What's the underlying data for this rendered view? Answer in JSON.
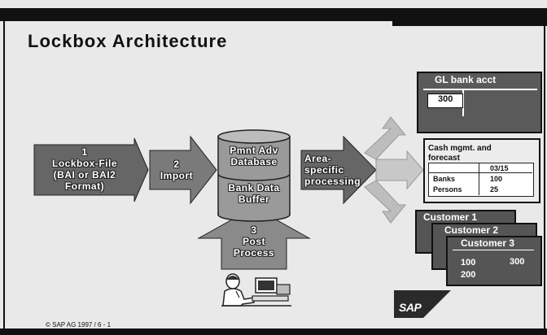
{
  "title": "Lockbox Architecture",
  "step1": {
    "number": "1",
    "lines": [
      "Lockbox-File",
      "(BAI or BAI2",
      "Format)"
    ]
  },
  "step2": {
    "number": "2",
    "label": "Import"
  },
  "database": {
    "top": [
      "Pmnt Adv",
      "Database"
    ],
    "bottom": [
      "Bank Data",
      "Buffer"
    ]
  },
  "step3": {
    "number": "3",
    "lines": [
      "Post",
      "Process"
    ]
  },
  "area": {
    "lines": [
      "Area-",
      "specific",
      "processing"
    ]
  },
  "gl": {
    "title": "GL bank acct",
    "value": "300"
  },
  "cash": {
    "title_lines": [
      "Cash mgmt. and",
      "forecast"
    ],
    "date": "03/15",
    "rows": [
      {
        "label": "Banks",
        "value": "100"
      },
      {
        "label": "Persons",
        "value": "25"
      }
    ]
  },
  "customers": {
    "names": [
      "Customer 1",
      "Customer 2",
      "Customer 3"
    ],
    "values": [
      "100",
      "300",
      "200"
    ]
  },
  "logo": "SAP",
  "footer": "©  SAP AG          1997 / 6 - 1",
  "icons": {
    "person": "user-at-computer-icon",
    "logo": "sap-logo-icon"
  }
}
